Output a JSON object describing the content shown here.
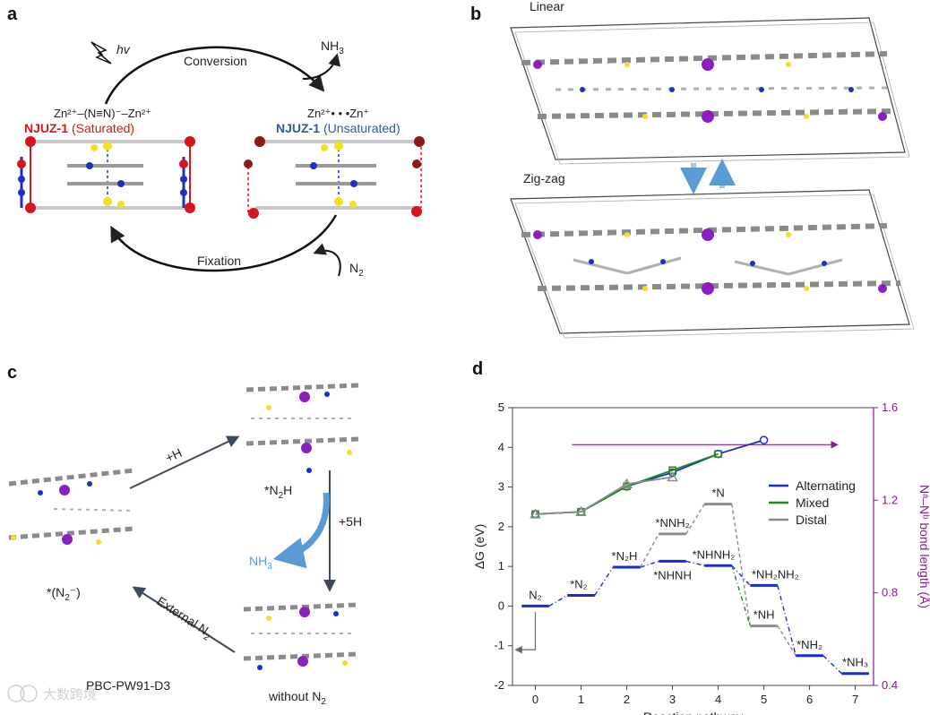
{
  "panels": {
    "a": {
      "label": "a",
      "hv": "hv",
      "conversion": "Conversion",
      "nh3": "NH",
      "nh3_sub": "3",
      "fixation": "Fixation",
      "n2": "N",
      "n2_sub": "2",
      "sat_formula": "Zn²⁺–(N≡N)⁻–Zn²⁺",
      "sat_name": "NJUZ-1",
      "sat_state": "(Saturated)",
      "unsat_formula": "Zn²⁺• • •Zn⁺",
      "unsat_name": "NJUZ-1",
      "unsat_state": "(Unsaturated)"
    },
    "b": {
      "label": "b",
      "top_title": "Linear",
      "bottom_title": "Zig-zag"
    },
    "c": {
      "label": "c",
      "plus_h": "+H",
      "n2h": "*N",
      "n2h_sub": "2",
      "n2h_tail": "H",
      "plus_5h": "+5H",
      "nh3": "NH",
      "nh3_sub": "3",
      "n2minus": "*(N",
      "n2minus_sub": "2",
      "n2minus_tail": "⁻)",
      "external": "External N",
      "external_sub": "2",
      "method": "PBC-PW91-D3",
      "without": "without N",
      "without_sub": "2"
    },
    "d": {
      "label": "d"
    }
  },
  "watermark": "大数跨境",
  "colors": {
    "alternating": "#1a2bd1",
    "mixed": "#1e8a1e",
    "distal": "#8c8c8c",
    "right_axis": "#8b1a8b",
    "red": "#d8141e",
    "blue_text": "#2f5a9a",
    "arrow_blue": "#5b9bd5",
    "dark_red": "#8b1a1a"
  },
  "chart_data": {
    "type": "line",
    "xlabel": "Reaction pathway",
    "ylabel": "ΔG (eV)",
    "y2label": "Nᵃ–Nᵇ bond length (Å)",
    "xlim": [
      -0.5,
      7.4
    ],
    "ylim": [
      -2,
      5
    ],
    "y2lim": [
      0.4,
      1.6
    ],
    "xticks": [
      0,
      1,
      2,
      3,
      4,
      5,
      6,
      7
    ],
    "yticks": [
      -2,
      -1,
      0,
      1,
      2,
      3,
      4,
      5
    ],
    "y2ticks": [
      0.4,
      0.8,
      1.2,
      1.6
    ],
    "legend": [
      "Alternating",
      "Mixed",
      "Distal"
    ],
    "legend_position": "right",
    "energy_levels": [
      {
        "step": 0,
        "label": "N₂",
        "alternating": 0.0
      },
      {
        "step": 1,
        "label": "*N₂",
        "alternating": 0.27
      },
      {
        "step": 2,
        "label": "*N₂H",
        "alternating": 0.98
      },
      {
        "step": 3,
        "label_alt": "*NHNH",
        "alternating": 1.13,
        "label_distal": "*NNH₂",
        "distal": 1.82
      },
      {
        "step": 4,
        "label_alt": "*NHNH₂",
        "alternating": 1.02,
        "label_distal": "*N",
        "distal": 2.57
      },
      {
        "step": 5,
        "label_alt": "*NH₂NH₂",
        "alternating": 0.52,
        "label_distal": "*NH",
        "distal": -0.5
      },
      {
        "step": 6,
        "label": "*NH₂",
        "alternating": -1.25
      },
      {
        "step": 7,
        "label": "*NH₃",
        "alternating": -1.7
      }
    ],
    "bond_length_series": [
      {
        "name": "Alternating",
        "x": [
          0,
          1,
          2,
          3,
          4,
          5
        ],
        "y": [
          1.14,
          1.15,
          1.26,
          1.32,
          1.4,
          1.46
        ]
      },
      {
        "name": "Mixed",
        "x": [
          0,
          1,
          2,
          3,
          4
        ],
        "y": [
          1.14,
          1.15,
          1.26,
          1.33,
          1.4
        ]
      },
      {
        "name": "Distal",
        "x": [
          0,
          1,
          2,
          3
        ],
        "y": [
          1.14,
          1.15,
          1.27,
          1.3
        ]
      }
    ]
  }
}
